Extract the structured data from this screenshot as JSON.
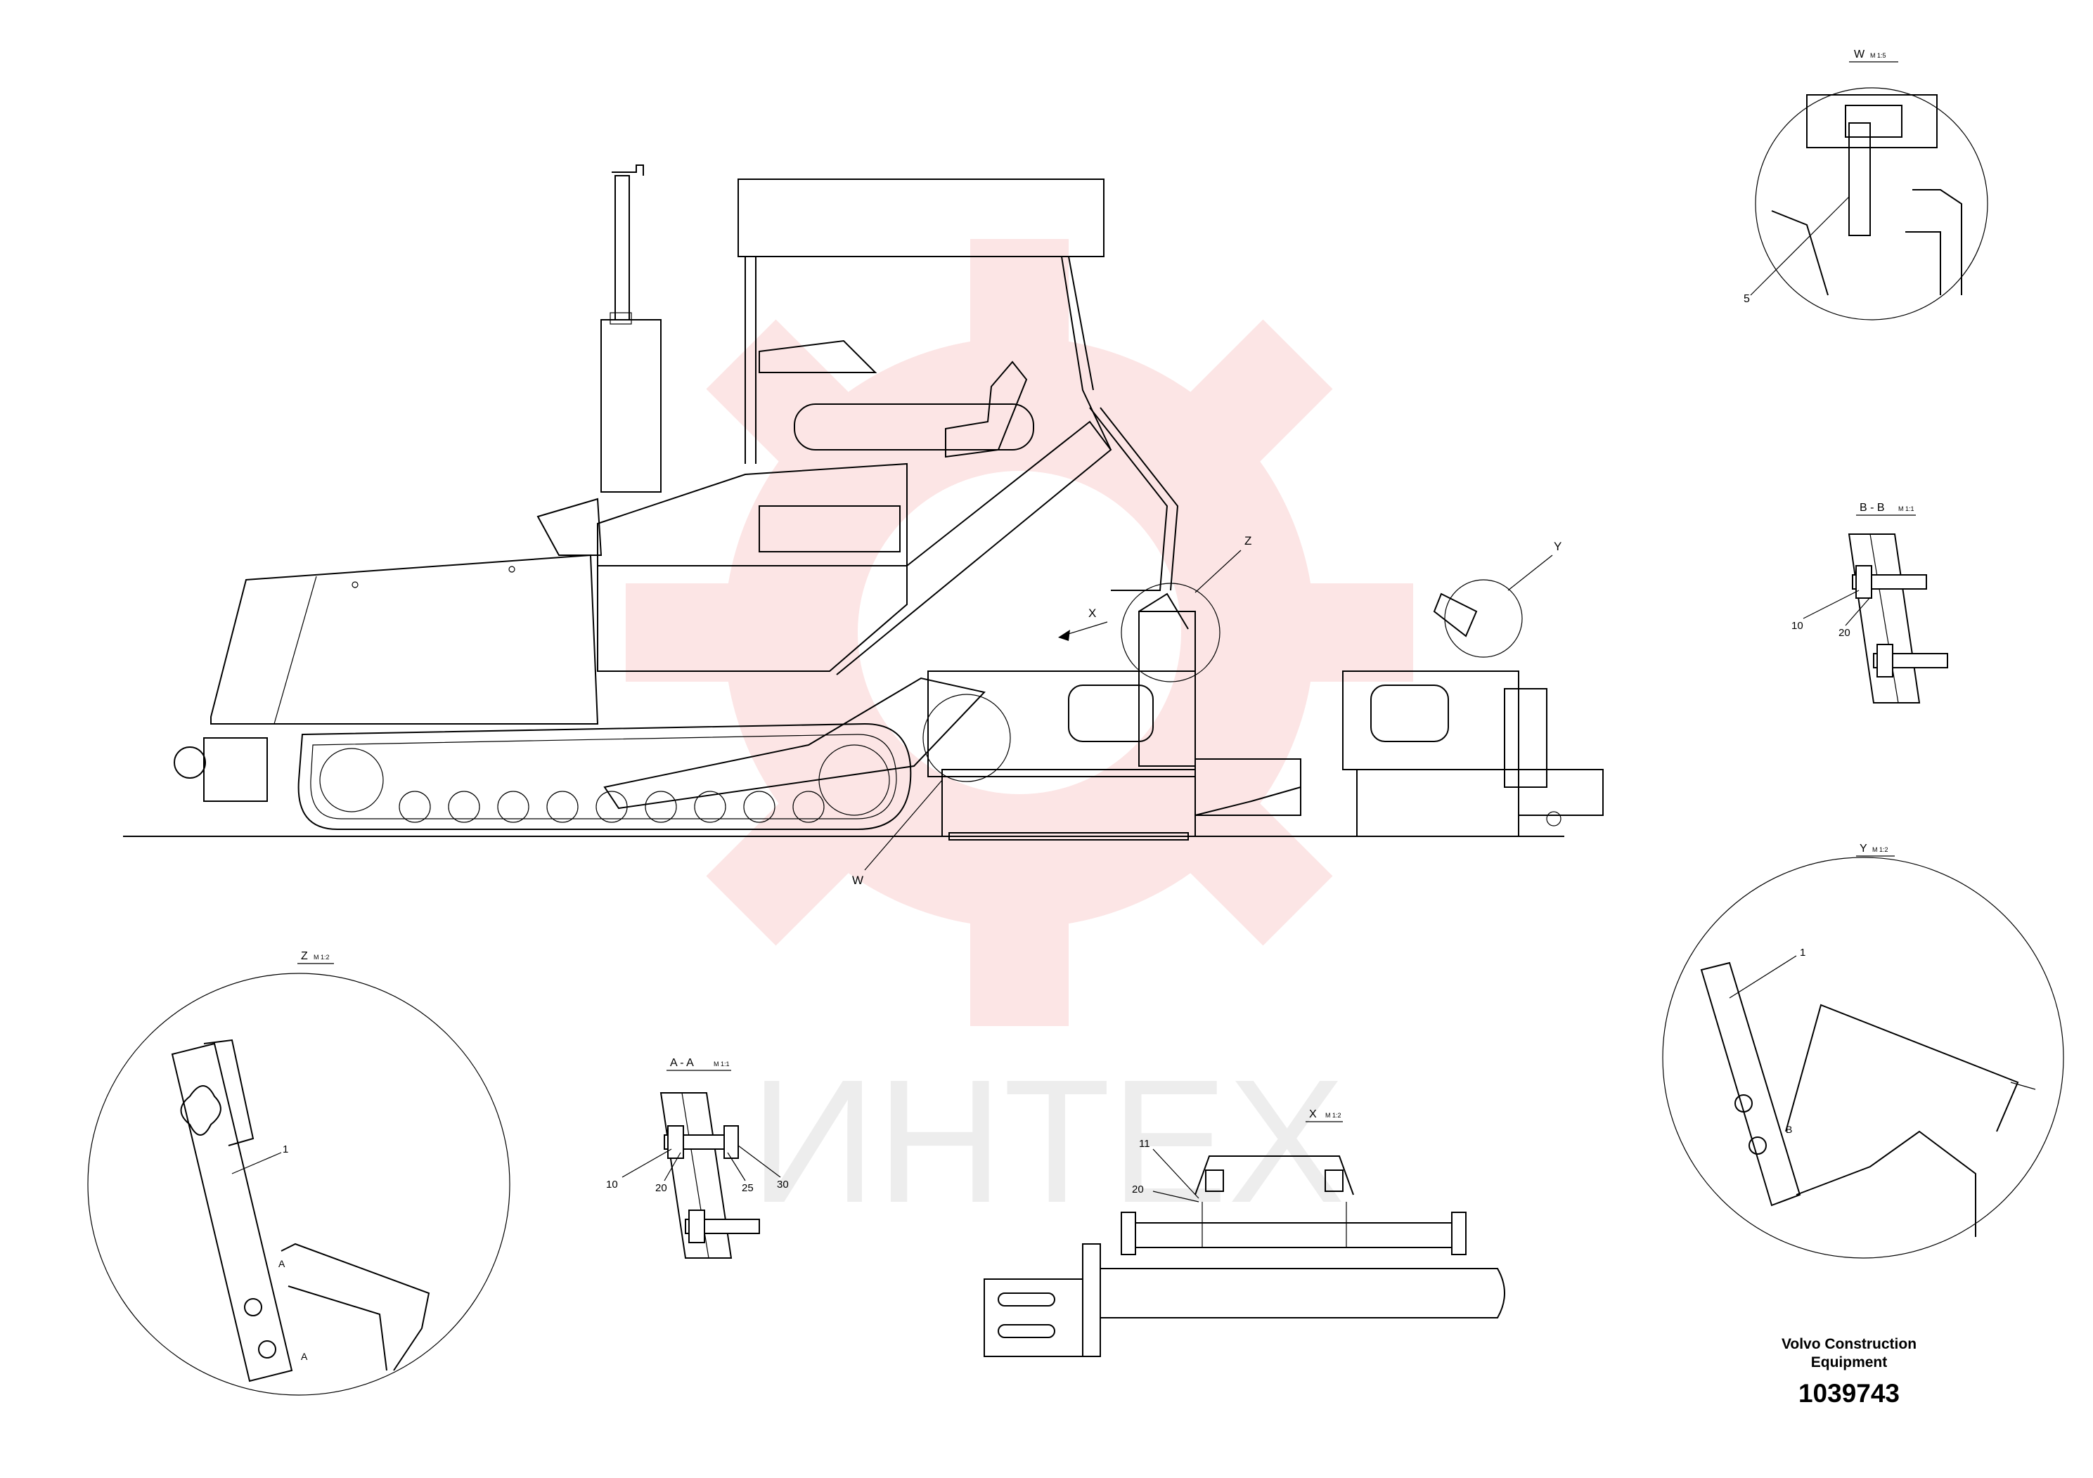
{
  "watermark": {
    "text": "ИНТЕХ",
    "color": "#e43a3a"
  },
  "main_callouts": {
    "z": "Z",
    "y": "Y",
    "x": "X",
    "w": "W"
  },
  "detail_w": {
    "title": "W",
    "scale": "M 1:5",
    "part": "5"
  },
  "detail_bb": {
    "title": "B - B",
    "scale": "M 1:1",
    "parts": [
      "10",
      "20"
    ]
  },
  "detail_y": {
    "title": "Y",
    "scale": "M 1:2",
    "part": "1",
    "section_mark": "B"
  },
  "detail_z": {
    "title": "Z",
    "scale": "M 1:2",
    "part": "1",
    "section_mark": "A"
  },
  "detail_aa": {
    "title": "A - A",
    "scale": "M 1:1",
    "parts": [
      "10",
      "20",
      "25",
      "30"
    ]
  },
  "detail_x": {
    "title": "X",
    "scale": "M 1:2",
    "parts": [
      "11",
      "20"
    ]
  },
  "footer": {
    "company_line1": "Volvo Construction",
    "company_line2": "Equipment",
    "number": "1039743"
  }
}
